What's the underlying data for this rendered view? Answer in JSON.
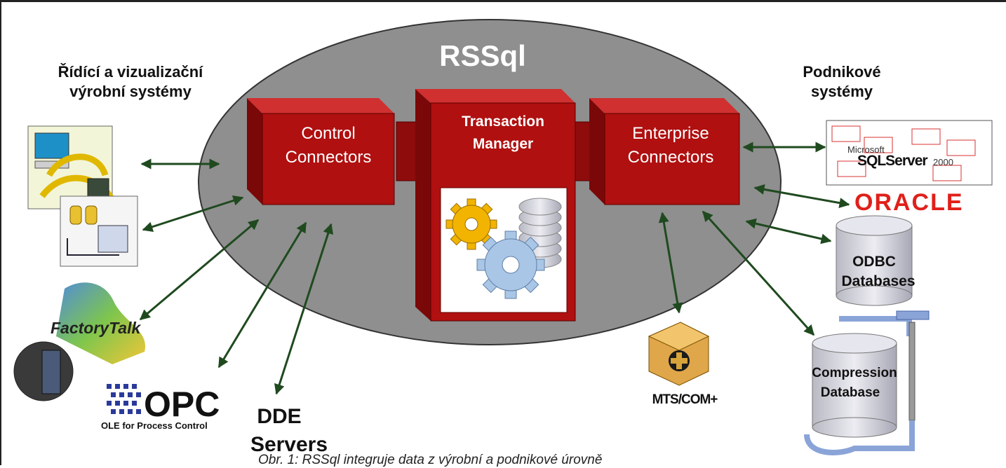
{
  "title": "RSSql",
  "left_heading": [
    "Řídící a vizualizační",
    "výrobní systémy"
  ],
  "right_heading": [
    "Podnikové",
    "systémy"
  ],
  "blocks": {
    "control": [
      "Control",
      "Connectors"
    ],
    "transaction": [
      "Transaction",
      "Manager"
    ],
    "enterprise": [
      "Enterprise",
      "Connectors"
    ]
  },
  "left_systems": {
    "factorytalk": "FactoryTalk",
    "opc_logo": "OPC",
    "opc_caption": "OLE for Process Control",
    "dde": [
      "DDE",
      "Servers"
    ]
  },
  "right_systems": {
    "sqlserver_small": "Microsoft",
    "sqlserver_name": "SQLServer",
    "sqlserver_version": "2000",
    "oracle": "ORACLE",
    "odbc": [
      "ODBC",
      "Databases"
    ],
    "mts": "MTS/COM+",
    "compression": [
      "Compression",
      "Database"
    ]
  },
  "caption": "Obr. 1: RSSql integruje data z výrobní a podnikové úrovně",
  "colors": {
    "ellipse": "#8f8f8f",
    "block_front": "#b01010",
    "block_top": "#d03030",
    "block_side": "#7a0808",
    "arrow": "#1f4a1f",
    "oracle": "#e0201a"
  }
}
